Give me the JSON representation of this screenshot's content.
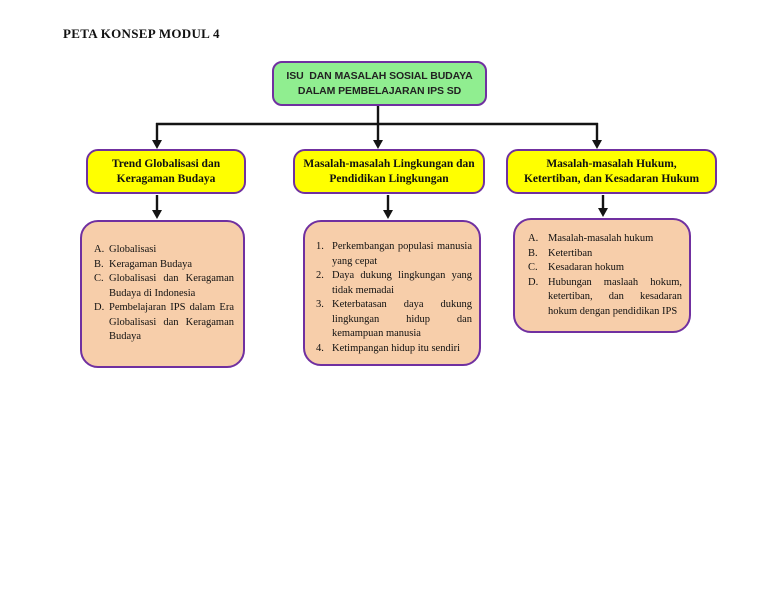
{
  "page": {
    "title": "PETA KONSEP MODUL 4"
  },
  "colors": {
    "root_fill": "#90EE90",
    "branch_fill": "#FFFF00",
    "leaf_fill": "#F7CEAA",
    "box_border": "#7030A0",
    "connector": "#141414"
  },
  "root": {
    "line1": "ISU  DAN MASALAH SOSIAL BUDAYA",
    "line2": "DALAM PEMBELAJARAN IPS SD"
  },
  "branches": [
    {
      "title_line1": "Trend Globalisasi dan",
      "title_line2": "Keragaman Budaya",
      "items": [
        {
          "marker": "A.",
          "text": "Globalisasi"
        },
        {
          "marker": "B.",
          "text": "Keragaman Budaya"
        },
        {
          "marker": "C.",
          "text": "Globalisasi dan Keragaman Budaya di Indonesia"
        },
        {
          "marker": "D.",
          "text": "Pembelajaran IPS dalam Era Globalisasi dan Keragaman Budaya"
        }
      ]
    },
    {
      "title_line1": "Masalah-masalah Lingkungan dan",
      "title_line2": "Pendidikan Lingkungan",
      "items": [
        {
          "marker": "1.",
          "text": "Perkembangan populasi manusia yang cepat"
        },
        {
          "marker": "2.",
          "text": "Daya dukung lingkungan yang tidak memadai"
        },
        {
          "marker": "3.",
          "text": "Keterbatasan daya dukung lingkungan hidup dan kemampuan manusia"
        },
        {
          "marker": "4.",
          "text": "Ketimpangan hidup itu sendiri"
        }
      ]
    },
    {
      "title_line1": "Masalah-masalah Hukum,",
      "title_line2": "Ketertiban, dan Kesadaran Hukum",
      "items": [
        {
          "marker": "A.",
          "text": "Masalah-masalah hukum"
        },
        {
          "marker": "B.",
          "text": "Ketertiban"
        },
        {
          "marker": "C.",
          "text": "Kesadaran hokum"
        },
        {
          "marker": "D.",
          "text": "Hubungan maslaah hokum, ketertiban, dan kesadaran hokum dengan pendidikan IPS"
        }
      ]
    }
  ]
}
